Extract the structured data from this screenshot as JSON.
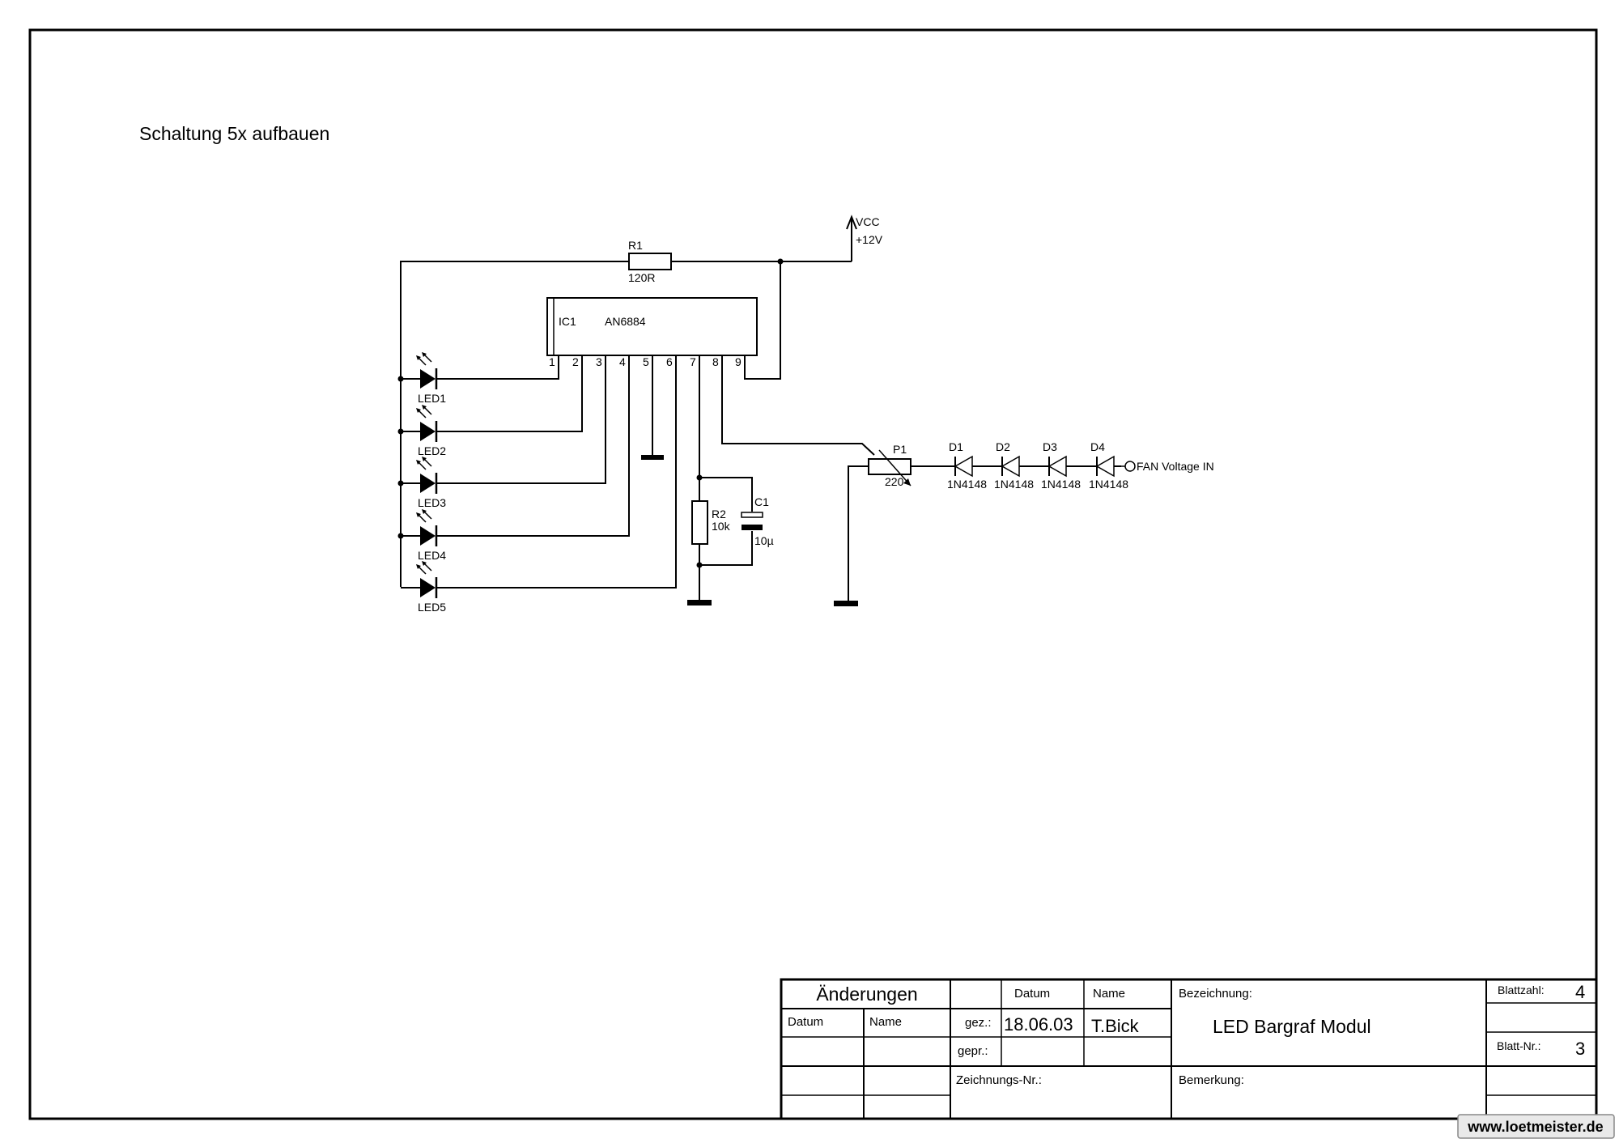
{
  "note": "Schaltung 5x aufbauen",
  "supply": {
    "label": "VCC",
    "voltage": "+12V"
  },
  "ic": {
    "ref": "IC1",
    "part": "AN6884",
    "pins": [
      "1",
      "2",
      "3",
      "4",
      "5",
      "6",
      "7",
      "8",
      "9"
    ]
  },
  "r1": {
    "ref": "R1",
    "value": "120R"
  },
  "r2": {
    "ref": "R2",
    "value": "10k"
  },
  "c1": {
    "ref": "C1",
    "value": "10µ"
  },
  "p1": {
    "ref": "P1",
    "value": "220"
  },
  "leds": [
    "LED1",
    "LED2",
    "LED3",
    "LED4",
    "LED5"
  ],
  "diodes": [
    {
      "ref": "D1",
      "part": "1N4148"
    },
    {
      "ref": "D2",
      "part": "1N4148"
    },
    {
      "ref": "D3",
      "part": "1N4148"
    },
    {
      "ref": "D4",
      "part": "1N4148"
    }
  ],
  "input_label": "FAN Voltage IN",
  "title_block": {
    "changes_header": "Änderungen",
    "changes_col_date": "Datum",
    "changes_col_name": "Name",
    "col_date": "Datum",
    "col_name": "Name",
    "drawn_label": "gez.:",
    "drawn_date": "18.06.03",
    "drawn_name": "T.Bick",
    "checked_label": "gepr.:",
    "drawing_no_label": "Zeichnungs-Nr.:",
    "designation_label": "Bezeichnung:",
    "designation": "LED Bargraf Modul",
    "remark_label": "Bemerkung:",
    "sheet_count_label": "Blattzahl:",
    "sheet_count": "4",
    "sheet_no_label": "Blatt-Nr.:",
    "sheet_no": "3"
  },
  "watermark": "www.loetmeister.de"
}
